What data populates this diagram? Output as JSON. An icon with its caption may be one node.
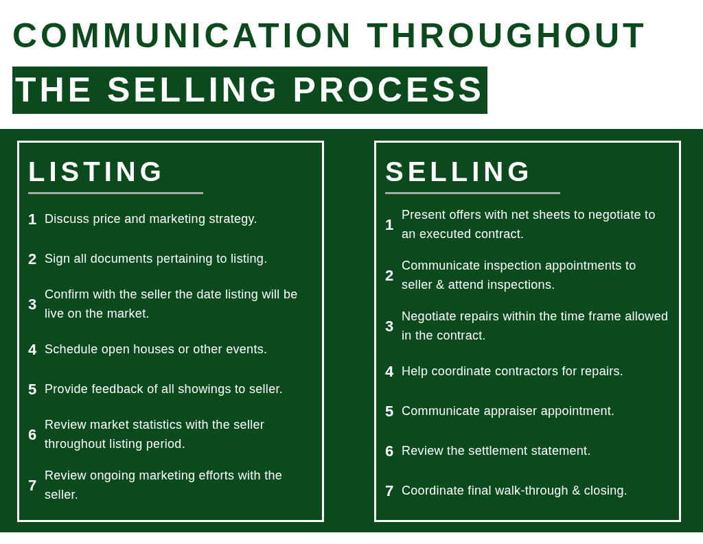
{
  "diagram": {
    "title": "COMMUNICATION THROUGHOUT",
    "nodes": [
      {
        "text": [
          "THE SELLING PROCESS"
        ]
      },
      {
        "text": [
          "LISTING",
          "1",
          "Discuss price and marketing strategy.",
          "2",
          "Sign all documents pertaining to listing.",
          "3",
          "Confirm with the seller the date listing will be live on the market.",
          "4",
          "Schedule open houses or other events.",
          "5",
          "Provide feedback of all showings to seller.",
          "6",
          "Review market statistics with the seller throughout listing period.",
          "7",
          "Review ongoing marketing efforts with the seller."
        ]
      },
      {
        "text": [
          "SELLING",
          "1",
          "Present offers with net sheets to negotiate to an executed contract.",
          "2",
          "Communicate inspection appointments to seller & attend inspections.",
          "3",
          "Negotiate repairs within the time frame allowed in the contract.",
          "4",
          "Help coordinate contractors for repairs.",
          "5",
          "Communicate appraiser appointment.",
          "6",
          "Review the settlement statement.",
          "7",
          "Coordinate final walk-through & closing."
        ]
      }
    ]
  }
}
